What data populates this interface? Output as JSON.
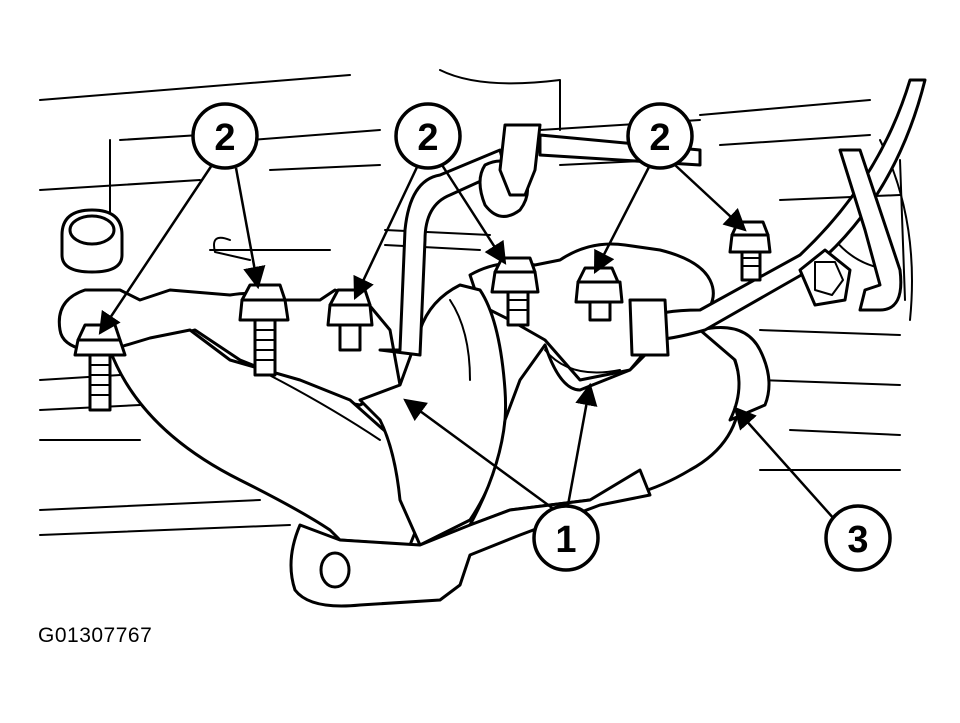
{
  "figure_id": "G01307767",
  "callouts": [
    {
      "id": "c1",
      "label": "2"
    },
    {
      "id": "c2",
      "label": "2"
    },
    {
      "id": "c3",
      "label": "2"
    },
    {
      "id": "c4",
      "label": "1"
    },
    {
      "id": "c5",
      "label": "3"
    }
  ],
  "colors": {
    "line": "#000000",
    "background": "#ffffff"
  }
}
